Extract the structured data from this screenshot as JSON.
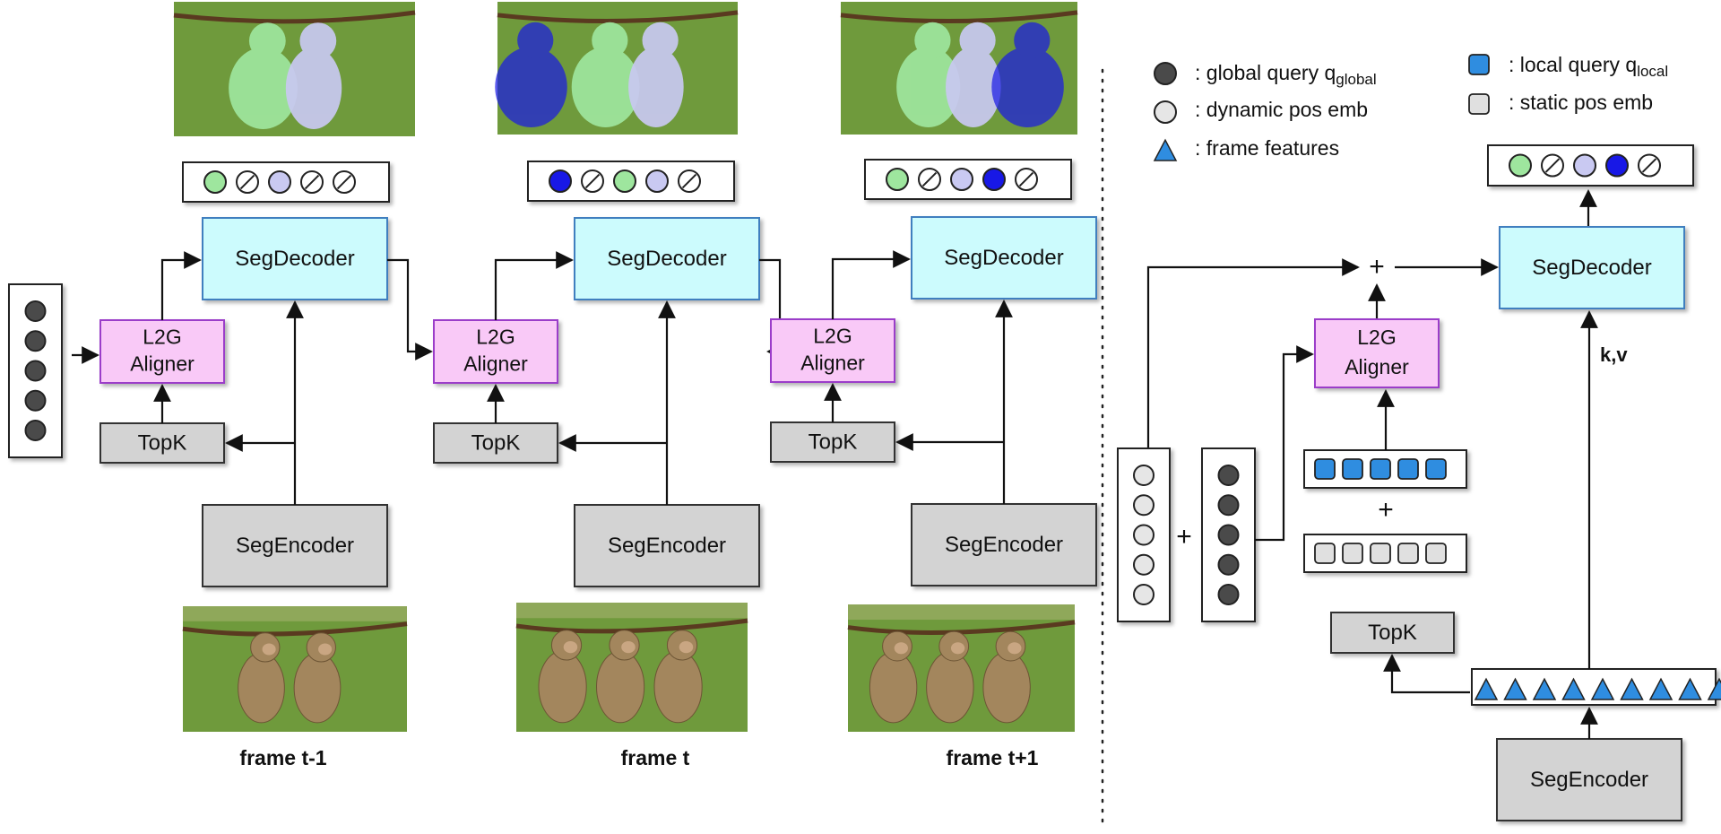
{
  "blocks": {
    "seg_decoder": "SegDecoder",
    "seg_encoder": "SegEncoder",
    "topk": "TopK",
    "aligner_line1": "L2G",
    "aligner_line2": "Aligner"
  },
  "frames": [
    {
      "label": "frame t-1",
      "queries": [
        "green",
        "empty",
        "lavender",
        "empty",
        "empty"
      ]
    },
    {
      "label": "frame t",
      "queries": [
        "blue",
        "empty",
        "green",
        "lavender",
        "empty"
      ]
    },
    {
      "label": "frame t+1",
      "queries": [
        "green",
        "empty",
        "lavender",
        "blue",
        "empty"
      ]
    }
  ],
  "detail": {
    "output_queries": [
      "green",
      "empty",
      "lavender",
      "blue",
      "empty"
    ],
    "kv_label": "k,v",
    "plus": "+"
  },
  "legend": {
    "global_query": ": global query q",
    "global_sub": "global",
    "dynamic_pos": ": dynamic pos emb",
    "frame_features": ": frame features",
    "local_query": ": local query q",
    "local_sub": "local",
    "static_pos": ": static pos emb"
  },
  "colors": {
    "decoder_fill": "#ccfbfd",
    "decoder_stroke": "#3f7fbf",
    "aligner_fill": "#f9c9f7",
    "aligner_stroke": "#9b3ec9",
    "gray_fill": "#d3d3d3",
    "global_query": "#4a4a4a",
    "dynamic_pos": "#e6e6e6",
    "local_query": "#2f8de0",
    "static_pos": "#e0e0e0",
    "frame_feature": "#2f8de0",
    "mask_green": "#9ee69e",
    "mask_lavender": "#c9c9f2",
    "mask_blue": "#1818e6",
    "grass": "#6f9a3c",
    "monkey": "#a3865d"
  },
  "icons": [
    "photo-icon",
    "monkey-icon",
    "segmentation-mask-icon"
  ]
}
